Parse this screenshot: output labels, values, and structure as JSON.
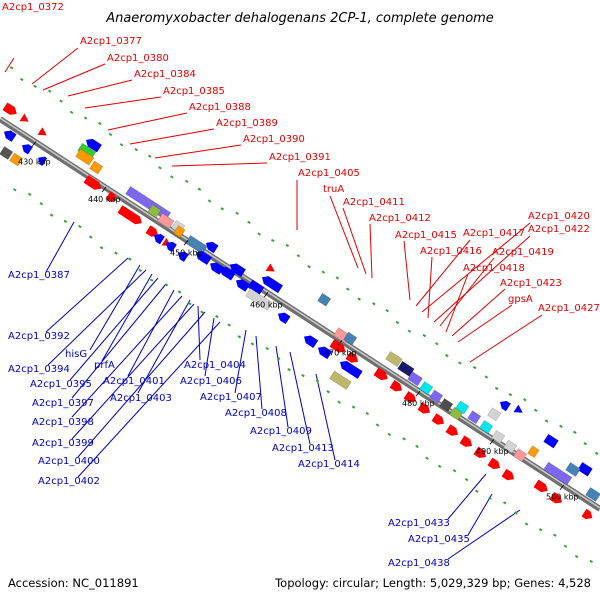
{
  "title": "Anaeromyxobacter dehalogenans 2CP-1, complete genome",
  "footer": {
    "accession": "Accession: NC_011891",
    "summary": "Topology: circular; Length: 5,029,329 bp; Genes: 4,528"
  },
  "colors": {
    "forward_label": "#e00000",
    "reverse_label": "#0000c0",
    "backbone": "#8a8a8a",
    "forward_gene": "#ff0000",
    "reverse_gene": "#0000ff"
  },
  "ticks": [
    "430 kbp",
    "440 kbp",
    "450 kbp",
    "460 kbp",
    "470 kbp",
    "480 kbp",
    "490 kbp",
    "500 kbp"
  ],
  "forward_labels": [
    "A2cp1_0372",
    "A2cp1_0377",
    "A2cp1_0380",
    "A2cp1_0384",
    "A2cp1_0385",
    "A2cp1_0388",
    "A2cp1_0389",
    "A2cp1_0390",
    "A2cp1_0391",
    "A2cp1_0405",
    "truA",
    "A2cp1_0411",
    "A2cp1_0412",
    "A2cp1_0415",
    "A2cp1_0417",
    "A2cp1_0420",
    "A2cp1_0416",
    "A2cp1_0422",
    "A2cp1_0419",
    "A2cp1_0418",
    "A2cp1_0423",
    "gpsA",
    "A2cp1_0427"
  ],
  "reverse_labels": [
    "A2cp1_0387",
    "A2cp1_0392",
    "hisG",
    "A2cp1_0394",
    "prfA",
    "A2cp1_0395",
    "A2cp1_0397",
    "A2cp1_0401",
    "A2cp1_0404",
    "A2cp1_0406",
    "A2cp1_0403",
    "A2cp1_0398",
    "A2cp1_0399",
    "A2cp1_0407",
    "A2cp1_0400",
    "A2cp1_0408",
    "A2cp1_0409",
    "A2cp1_0402",
    "A2cp1_0413",
    "A2cp1_0414",
    "A2cp1_0433",
    "A2cp1_0435",
    "A2cp1_0438"
  ]
}
